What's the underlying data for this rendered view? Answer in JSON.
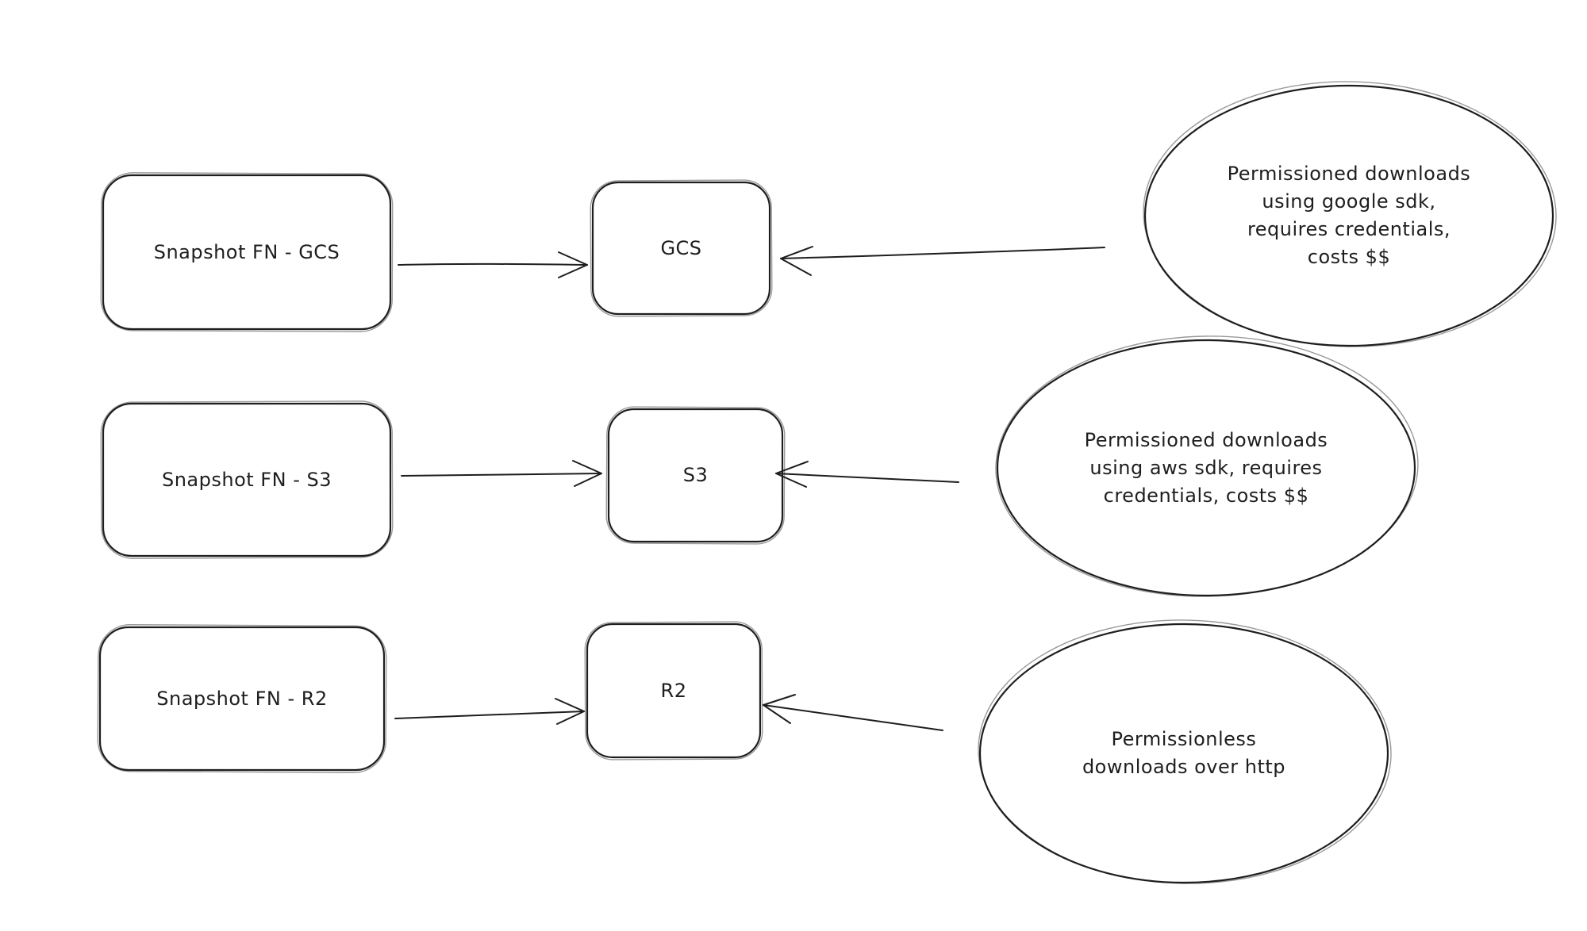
{
  "canvas": {
    "background": "#ffffff",
    "stroke_color": "#1e1e1e"
  },
  "rows": [
    {
      "source_label": "Snapshot FN - GCS",
      "target_label": "GCS",
      "note": "Permissioned downloads\nusing google sdk,\nrequires credentials,\ncosts $$"
    },
    {
      "source_label": "Snapshot FN - S3",
      "target_label": "S3",
      "note": "Permissioned downloads\nusing aws sdk, requires\ncredentials, costs $$"
    },
    {
      "source_label": "Snapshot FN - R2",
      "target_label": "R2",
      "note": "Permissionless\ndownloads over http"
    }
  ]
}
